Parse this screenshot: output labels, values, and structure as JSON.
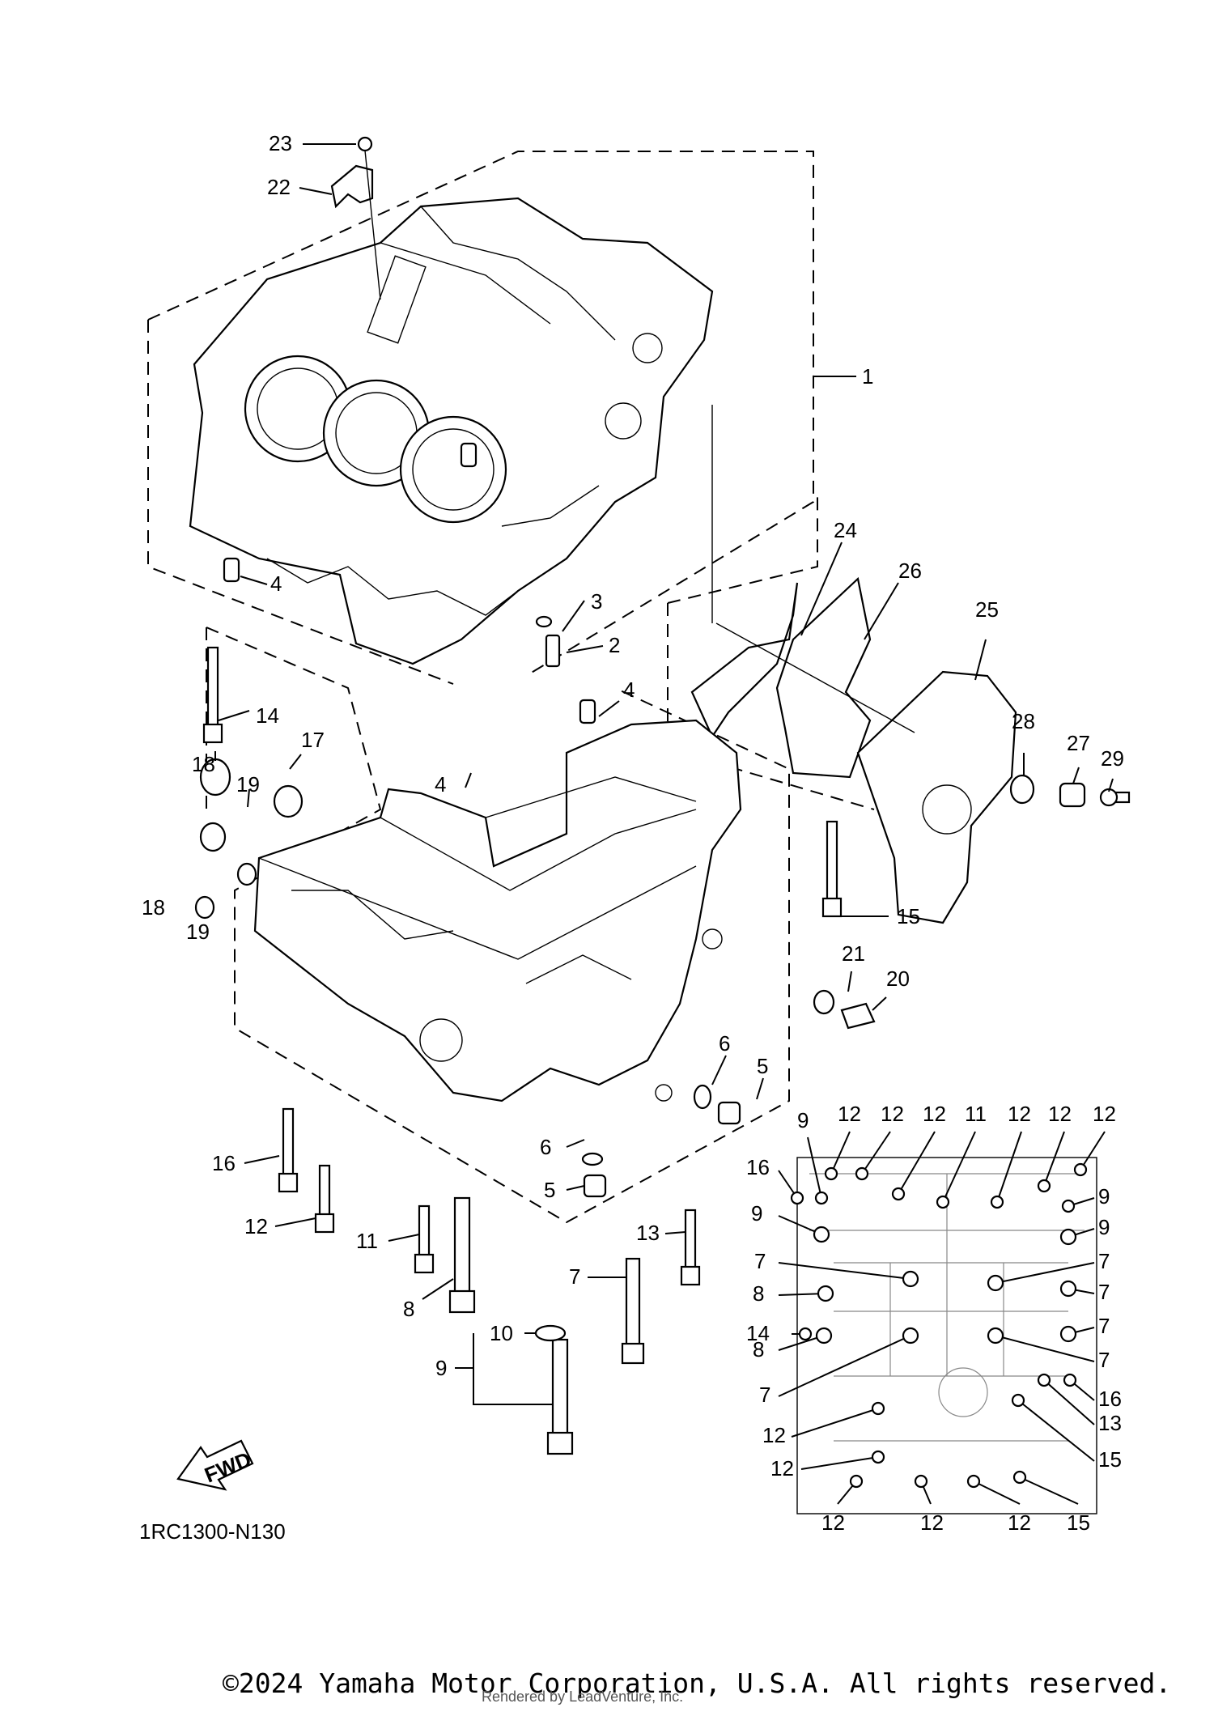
{
  "diagram": {
    "part_code": "1RC1300-N130",
    "fwd_label": "FWD",
    "callouts": {
      "c23": "23",
      "c22": "22",
      "c1": "1",
      "c4a": "4",
      "c3": "3",
      "c2": "2",
      "c24": "24",
      "c26": "26",
      "c25": "25",
      "c4b": "4",
      "c14a": "14",
      "c17": "17",
      "c18a": "18",
      "c19a": "19",
      "c18b": "18",
      "c19b": "19",
      "c4c": "4",
      "c28": "28",
      "c27": "27",
      "c29": "29",
      "c15a": "15",
      "c21": "21",
      "c20": "20",
      "c6a": "6",
      "c5a": "5",
      "c6b": "6",
      "c5b": "5",
      "c16a": "16",
      "c12a": "12",
      "c11a": "11",
      "c13a": "13",
      "c7a": "7",
      "c8a": "8",
      "c10": "10",
      "c9a": "9",
      "d9a": "9",
      "d12a": "12",
      "d12b": "12",
      "d12c": "12",
      "d11": "11",
      "d12d": "12",
      "d12e": "12",
      "d12f": "12",
      "d16a": "16",
      "d9b": "9",
      "d9c": "9",
      "d9d": "9",
      "d7a": "7",
      "d7b": "7",
      "d8a": "8",
      "d7c": "7",
      "d14": "14",
      "d7d": "7",
      "d8b": "8",
      "d7e": "7",
      "d7f": "7",
      "d16b": "16",
      "d13": "13",
      "d12g": "12",
      "d15a": "15",
      "d12h": "12",
      "d12i": "12",
      "d12j": "12",
      "d12k": "12",
      "d15b": "15"
    }
  },
  "footer": {
    "copyright": "©2024 Yamaha Motor Corporation, U.S.A. All rights reserved.",
    "rendered_by": "Rendered by LeadVenture, Inc."
  }
}
